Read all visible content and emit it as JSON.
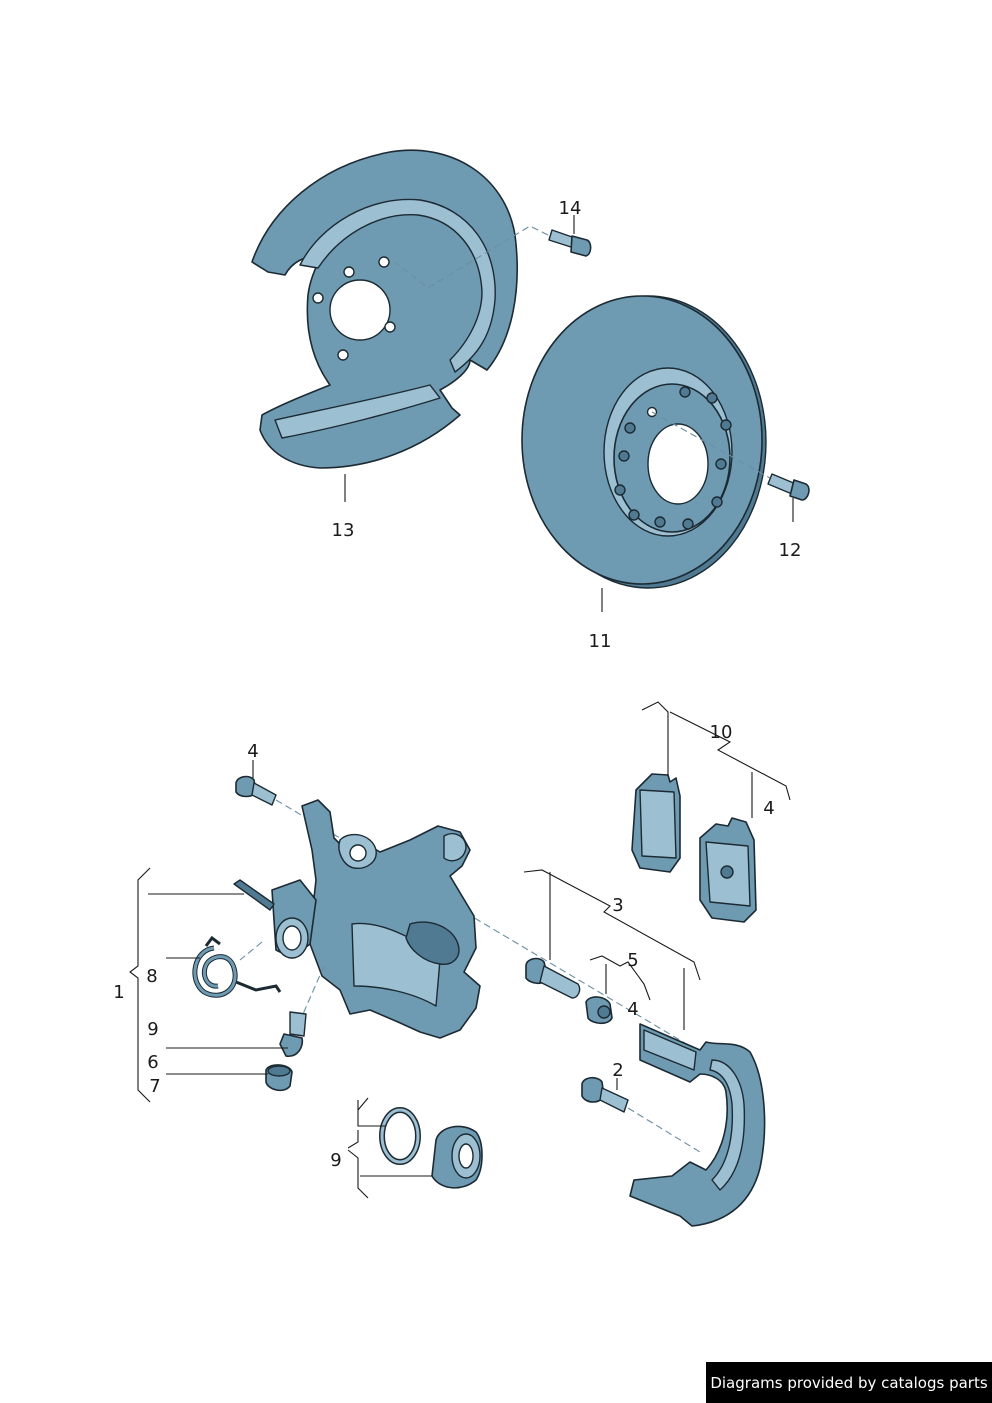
{
  "callouts": {
    "c14": "14",
    "c13": "13",
    "c12": "12",
    "c11": "11",
    "c10": "10",
    "c4_pads": "4",
    "c4_bolt": "4",
    "c3": "3",
    "c5": "5",
    "c4_sleeve": "4",
    "c2": "2",
    "c1": "1",
    "c8": "8",
    "c9_bleed": "9",
    "c6": "6",
    "c7": "7",
    "c9_kit": "9"
  },
  "credit": "Diagrams provided by catalogs parts",
  "colors": {
    "part_fill": "#6f9bb2",
    "outline": "#1c2a33",
    "credit_bg": "#000000"
  }
}
